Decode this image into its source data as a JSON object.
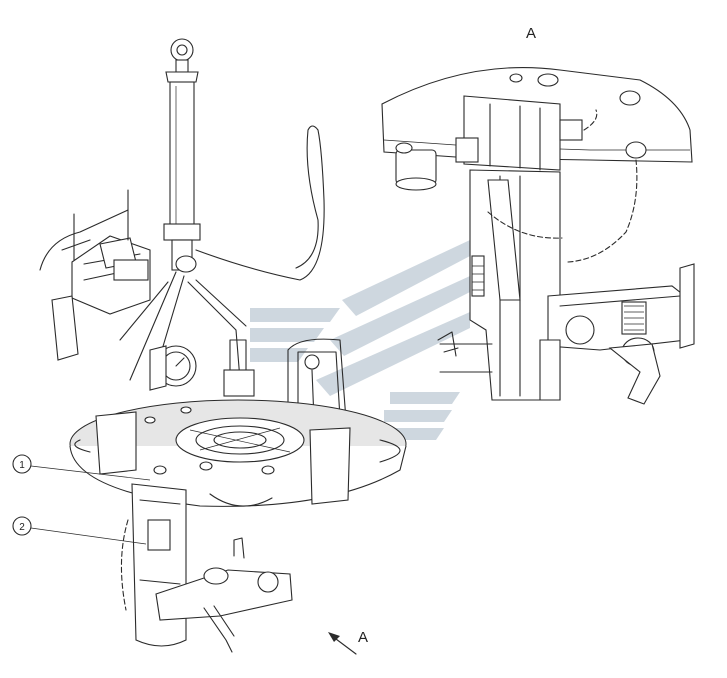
{
  "view_labels": {
    "detail": "A",
    "arrow": "A"
  },
  "callouts": [
    {
      "number": "1"
    },
    {
      "number": "2"
    }
  ],
  "colors": {
    "line": "#2b2b2b",
    "watermark": "#c9d3dc",
    "background": "#ffffff"
  }
}
